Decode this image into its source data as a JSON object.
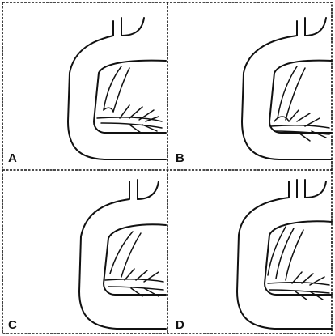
{
  "panels": [
    {
      "label": "A",
      "ducts": 2,
      "variant": "single-junction"
    },
    {
      "label": "B",
      "ducts": 2,
      "variant": "low-junction"
    },
    {
      "label": "C",
      "ducts": 2,
      "variant": "separate-entry"
    },
    {
      "label": "D",
      "ducts": 3,
      "variant": "multiple-entry"
    }
  ]
}
